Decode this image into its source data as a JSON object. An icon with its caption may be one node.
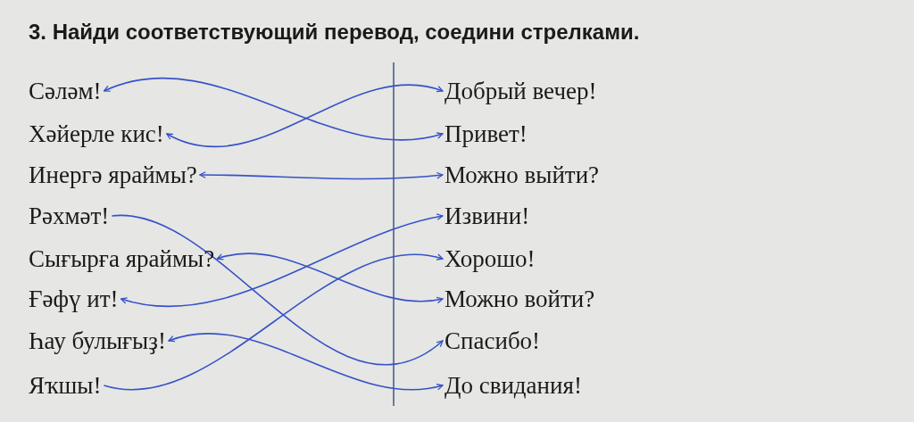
{
  "diagram": {
    "title": "3. Найди соответствующий перевод, соедини стрелками.",
    "nodes": [
      {
        "text": [
          "Сәләм!"
        ]
      },
      {
        "text": [
          "Хәйерле кис!"
        ]
      },
      {
        "text": [
          "Инергә яраймы?"
        ]
      },
      {
        "text": [
          "Рәхмәт!"
        ]
      },
      {
        "text": [
          "Сығырға яраймы?"
        ]
      },
      {
        "text": [
          "Ғәфү ит!"
        ]
      },
      {
        "text": [
          "Һау булығыҙ!"
        ]
      },
      {
        "text": [
          "Яҡшы!"
        ]
      },
      {
        "text": [
          "Добрый вечер!"
        ]
      },
      {
        "text": [
          "Привет!"
        ]
      },
      {
        "text": [
          "Можно выйти?"
        ]
      },
      {
        "text": [
          "Извини!"
        ]
      },
      {
        "text": [
          "Хорошо!"
        ]
      },
      {
        "text": [
          "Можно войти?"
        ]
      },
      {
        "text": [
          "Спасибо!"
        ]
      },
      {
        "text": [
          "До свидания!"
        ]
      }
    ],
    "edges": [
      {
        "from": 0,
        "to": 9,
        "arrow": "both"
      },
      {
        "from": 1,
        "to": 8,
        "arrow": "both"
      },
      {
        "from": 2,
        "to": 10,
        "arrow": "both"
      },
      {
        "from": 3,
        "to": 14,
        "arrow": "to"
      },
      {
        "from": 4,
        "to": 13,
        "arrow": "both"
      },
      {
        "from": 5,
        "to": 11,
        "arrow": "both"
      },
      {
        "from": 6,
        "to": 15,
        "arrow": "both"
      },
      {
        "from": 7,
        "to": 12,
        "arrow": "to"
      }
    ]
  }
}
